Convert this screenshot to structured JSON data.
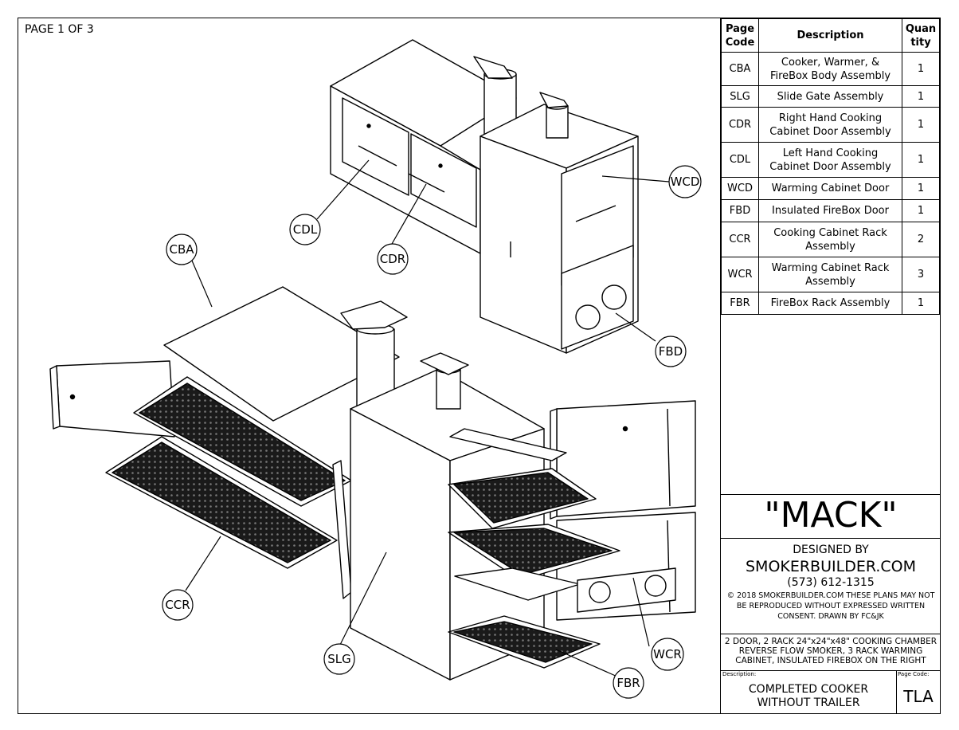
{
  "page_label": "PAGE 1 OF 3",
  "table": {
    "headers": {
      "code": "Page Code",
      "description": "Description",
      "quantity": "Quan tity"
    },
    "rows": [
      {
        "code": "CBA",
        "description": "Cooker, Warmer, & FireBox Body Assembly",
        "quantity": "1"
      },
      {
        "code": "SLG",
        "description": "Slide Gate Assembly",
        "quantity": "1"
      },
      {
        "code": "CDR",
        "description": "Right Hand Cooking Cabinet Door Assembly",
        "quantity": "1"
      },
      {
        "code": "CDL",
        "description": "Left Hand Cooking Cabinet Door Assembly",
        "quantity": "1"
      },
      {
        "code": "WCD",
        "description": "Warming Cabinet Door",
        "quantity": "1"
      },
      {
        "code": "FBD",
        "description": "Insulated FireBox Door",
        "quantity": "1"
      },
      {
        "code": "CCR",
        "description": "Cooking Cabinet Rack Assembly",
        "quantity": "2"
      },
      {
        "code": "WCR",
        "description": "Warming Cabinet Rack Assembly",
        "quantity": "3"
      },
      {
        "code": "FBR",
        "description": "FireBox Rack Assembly",
        "quantity": "1"
      }
    ]
  },
  "title_block": {
    "name": "\"MACK\"",
    "designed_by": "DESIGNED BY",
    "company": "SMOKERBUILDER.COM",
    "phone": "(573) 612-1315",
    "copyright": "© 2018 SMOKERBUILDER.COM THESE PLANS MAY NOT BE REPRODUCED WITHOUT EXPRESSED WRITTEN CONSENT. DRAWN BY FC&JK",
    "summary": "2 DOOR, 2 RACK 24\"x24\"x48\" COOKING CHAMBER REVERSE FLOW SMOKER, 3 RACK WARMING CABINET, INSULATED FIREBOX ON THE RIGHT",
    "description_label": "Description:",
    "description": "COMPLETED COOKER WITHOUT TRAILER",
    "page_code_label": "Page Code:",
    "page_code": "TLA"
  },
  "callouts": {
    "cdl": "CDL",
    "cdr": "CDR",
    "wcd": "WCD",
    "fbd": "FBD",
    "cba": "CBA",
    "ccr": "CCR",
    "slg": "SLG",
    "wcr": "WCR",
    "fbr": "FBR"
  }
}
